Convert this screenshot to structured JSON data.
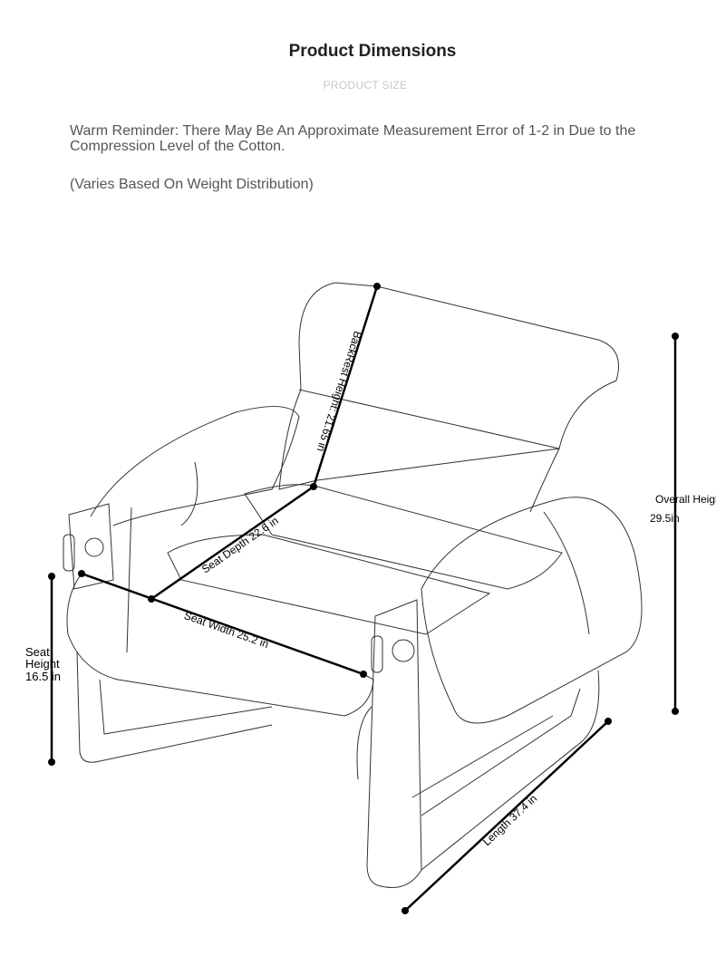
{
  "header": {
    "title": "Product Dimensions",
    "subtitle": "PRODUCT SIZE"
  },
  "notes": {
    "reminder": "Warm Reminder: There May Be An Approximate Measurement Error of 1-2 in Due to the Compression Level of the Cotton.",
    "varies": "(Varies Based On Weight Distribution)"
  },
  "dimensions": {
    "backrest": "BackRest Height: 21.65 in",
    "seat_depth": "Seat Depth 22.6 in",
    "seat_width": "Seat Width 25.2 in",
    "length": "Length 37.4 in",
    "overall_label": "Overall Heigl",
    "overall_value": "29.5in",
    "seat_height_1": "Seat",
    "seat_height_2": "Height",
    "seat_height_3": "16.5 in"
  }
}
